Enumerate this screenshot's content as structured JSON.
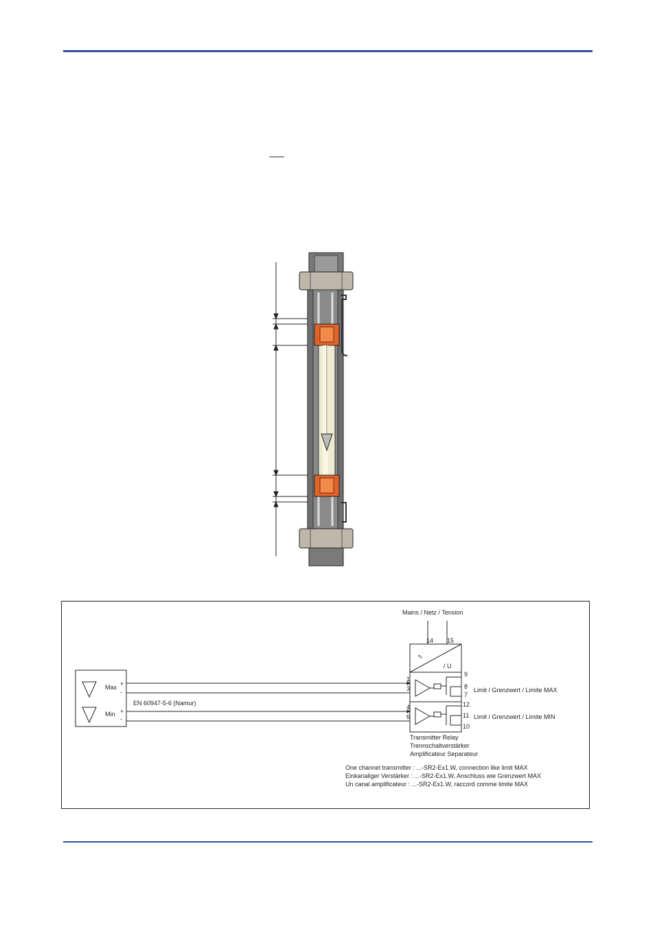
{
  "colors": {
    "rule": "#2f4f9a",
    "float_body": "#e0632a",
    "tube": "#efe9cf",
    "steel": "#6f6f6f",
    "nut": "#bdb8aa"
  },
  "wiring": {
    "mains_label": "Mains / Netz / Tension",
    "terminal_14": "14",
    "terminal_15": "15",
    "ac_symbol": "∿",
    "dc_symbol": "/ U",
    "sensor_max": "Max",
    "sensor_min": "Min",
    "plus": "+",
    "minus": "-",
    "standard": "EN 60947-5-6 (Namur)",
    "t1": "1",
    "t3": "3",
    "t4": "4",
    "t6": "6",
    "t9": "9",
    "t8": "8",
    "t7": "7",
    "t12": "12",
    "t11": "11",
    "t10": "10",
    "limit_max": "Limit / Grenzwert / Limite MAX",
    "limit_min": "Limit / Grenzwert / Limite MIN",
    "relay_en": "Transmitter Relay",
    "relay_de": "Trennschaltverstärker",
    "relay_fr": "Amplificateur Separateur",
    "note_en": "One channel transmitter : ...-SR2-Ex1.W, connection like limit MAX",
    "note_de": "Einkanaliger Verstärker : ...-SR2-Ex1.W, Anschluss wie Grenzwert MAX",
    "note_fr": "Un canal amplificateur   : ...-SR2-Ex1.W, raccord comme limite MAX"
  }
}
